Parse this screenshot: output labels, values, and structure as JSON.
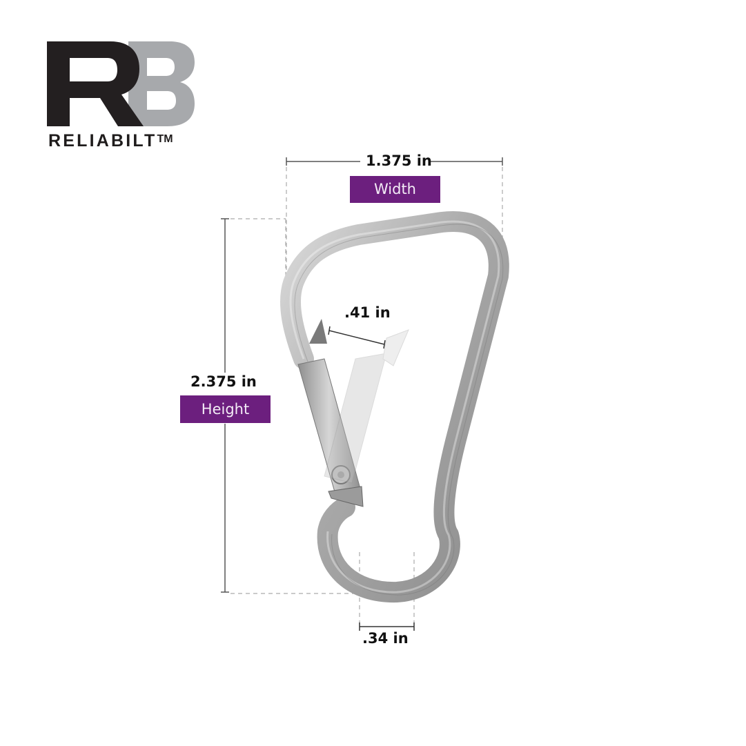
{
  "brand": {
    "monogram_left": "R",
    "monogram_right": "B",
    "name": "RELIABILT",
    "trademark": "TM",
    "colors": {
      "dark": "#231f20",
      "gray": "#a7a9ac"
    }
  },
  "product": {
    "type": "carabiner-snap-hook",
    "color": "#b8b8b8"
  },
  "dimensions": {
    "width": {
      "value": "1.375 in",
      "label": "Width"
    },
    "height": {
      "value": "2.375 in",
      "label": "Height"
    },
    "gate_opening": {
      "value": ".41 in"
    },
    "wire_thickness": {
      "value": ".34 in"
    }
  },
  "style": {
    "label_bg": "#6c1f7e",
    "label_text": "#f3ecf6",
    "line_color": "#555555"
  }
}
